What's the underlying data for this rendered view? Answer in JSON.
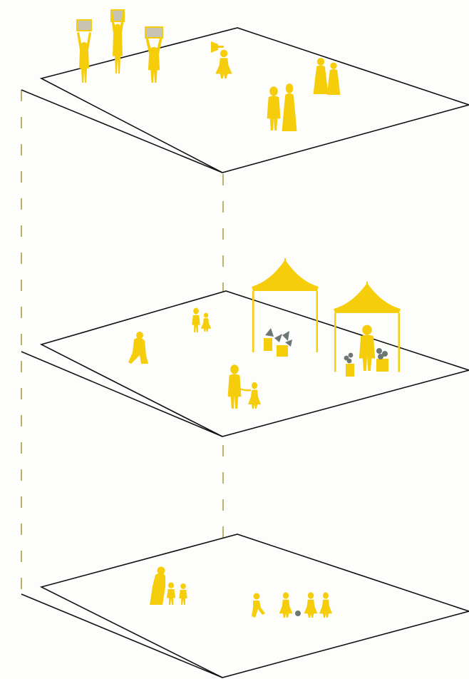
{
  "colors": {
    "figure": "#f5cd0a",
    "outline": "#111111",
    "guide": "#b8b56a",
    "sign": "#c8c4b4",
    "object": "#6d7773",
    "background": "#fdfdfb"
  },
  "planes": [
    {
      "key": "top",
      "name": "plane-top",
      "figures": [
        "sign-holder-figure",
        "sign-holder-figure",
        "sign-holder-figure",
        "megaphone-figure",
        "pair-of-figures",
        "pair-of-figures"
      ]
    },
    {
      "key": "middle",
      "name": "plane-middle",
      "figures": [
        "seated-figure",
        "adult-with-child-figure",
        "parent-with-child-figure",
        "market-stall",
        "market-stall",
        "vendor-figure"
      ]
    },
    {
      "key": "bottom",
      "name": "plane-bottom",
      "figures": [
        "adult-with-children-figure",
        "running-child-figure",
        "children-playing-ball-figure"
      ]
    }
  ]
}
